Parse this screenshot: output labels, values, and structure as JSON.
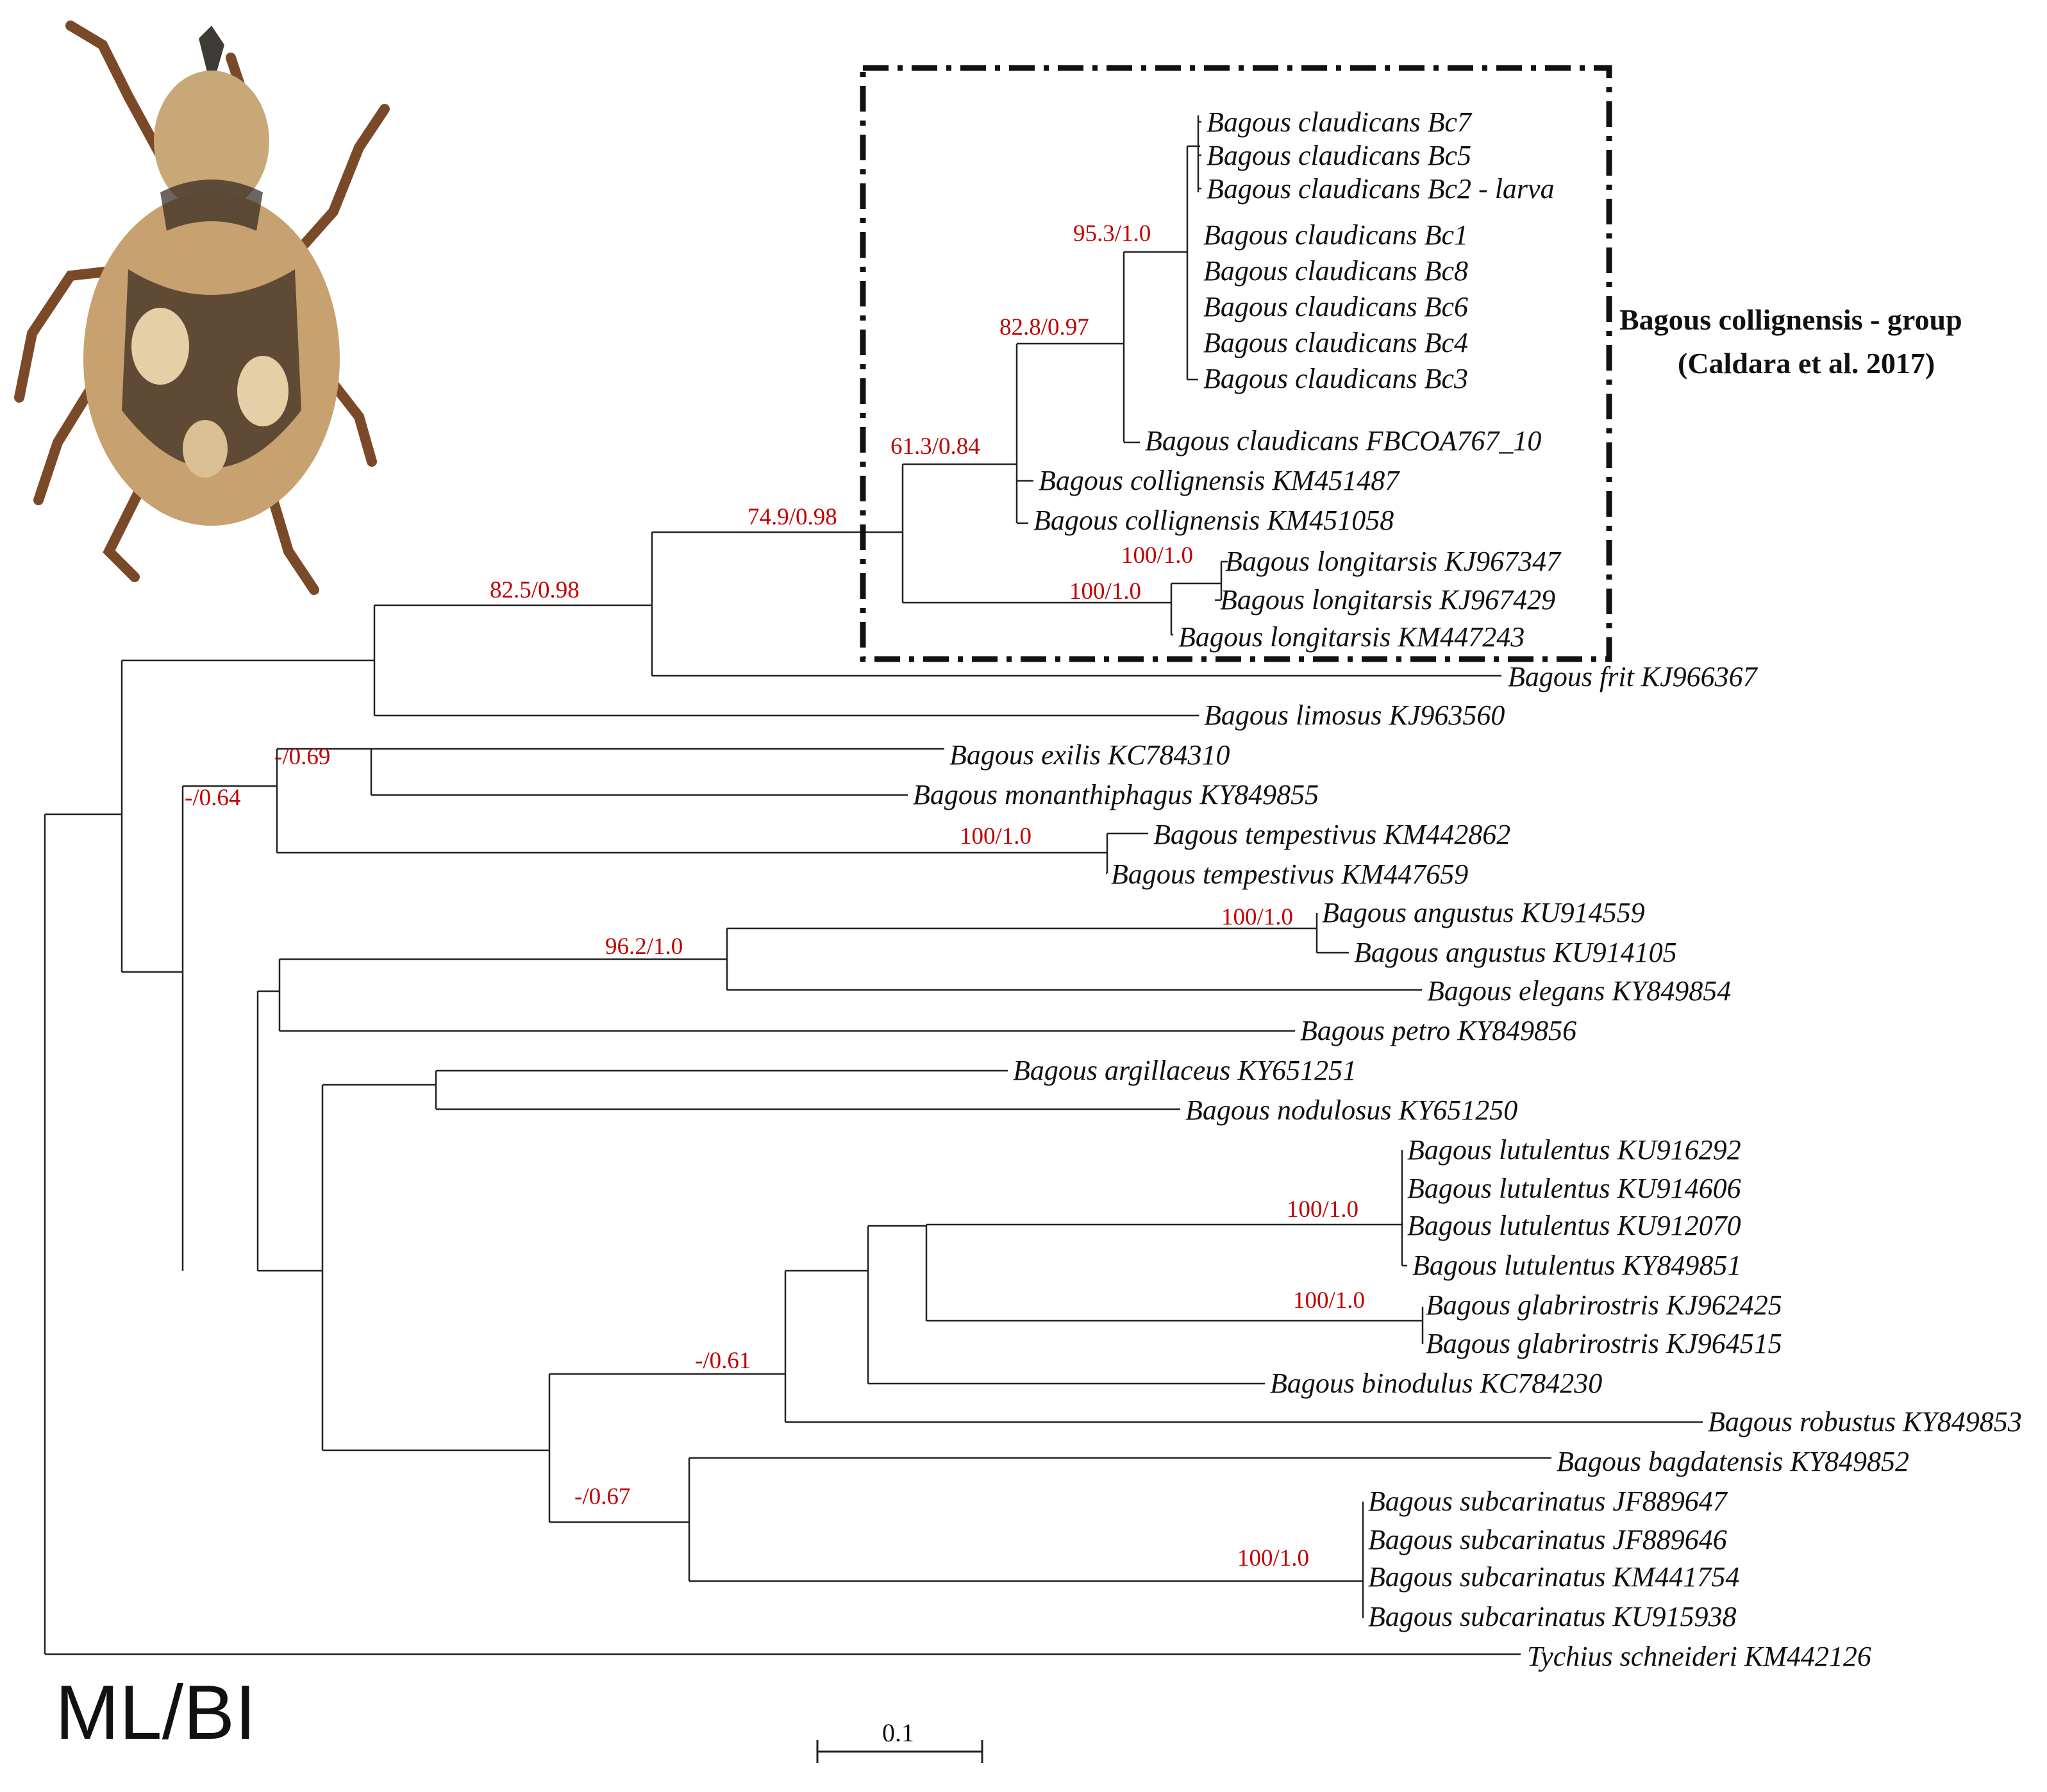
{
  "colors": {
    "support": "#c00000",
    "branch": "#222222"
  },
  "taxa": {
    "bc7": "Bagous claudicans Bc7",
    "bc5": "Bagous claudicans Bc5",
    "bc2": "Bagous claudicans Bc2 - larva",
    "bc1": "Bagous claudicans Bc1",
    "bc8": "Bagous claudicans Bc8",
    "bc6": "Bagous claudicans Bc6",
    "bc4": "Bagous claudicans Bc4",
    "bc3": "Bagous claudicans Bc3",
    "fbcoa": "Bagous claudicans FBCOA767_10",
    "coll1487": "Bagous collignensis KM451487",
    "coll1058": "Bagous collignensis KM451058",
    "long347": "Bagous longitarsis KJ967347",
    "long429": "Bagous longitarsis KJ967429",
    "long243": "Bagous longitarsis KM447243",
    "frit": "Bagous frit KJ966367",
    "limosus": "Bagous limosus KJ963560",
    "exilis": "Bagous exilis KC784310",
    "monan": "Bagous monanthiphagus KY849855",
    "temp862": "Bagous tempestivus KM442862",
    "temp659": "Bagous tempestivus KM447659",
    "ang559": "Bagous angustus KU914559",
    "ang105": "Bagous angustus KU914105",
    "elegans": "Bagous elegans KY849854",
    "petro": "Bagous petro KY849856",
    "argill": "Bagous argillaceus KY651251",
    "nodul": "Bagous nodulosus KY651250",
    "lut292": "Bagous lutulentus KU916292",
    "lut606": "Bagous lutulentus KU914606",
    "lut070": "Bagous lutulentus KU912070",
    "lut851": "Bagous lutulentus KY849851",
    "glab425": "Bagous glabrirostris KJ962425",
    "glab515": "Bagous glabrirostris KJ964515",
    "binod": "Bagous binodulus KC784230",
    "robust": "Bagous robustus KY849853",
    "bagdat": "Bagous bagdatensis KY849852",
    "sub647": "Bagous subcarinatus JF889647",
    "sub646": "Bagous subcarinatus JF889646",
    "sub754": "Bagous subcarinatus KM441754",
    "sub938": "Bagous subcarinatus KU915938",
    "tychius": "Tychius schneideri KM442126"
  },
  "support": {
    "claud_core": "95.3/1.0",
    "claud_all": "82.8/0.97",
    "claud_coll": "61.3/0.84",
    "group": "74.9/0.98",
    "frit_node": "82.5/0.98",
    "long_inner": "100/1.0",
    "long_outer": "100/1.0",
    "exilis_node": "-/0.69",
    "temp_clade_node": "-/0.64",
    "temp": "100/1.0",
    "angustus": "100/1.0",
    "ang_elegans": "96.2/1.0",
    "lutulentus": "100/1.0",
    "glabrirostris": "100/1.0",
    "robustus_node": "-/0.61",
    "bagdat_node": "-/0.67",
    "subcarinatus": "100/1.0"
  },
  "group_label": {
    "line1": "Bagous collignensis - group",
    "line2": "(Caldara et al. 2017)"
  },
  "method_label": "ML/BI",
  "scale_bar": {
    "label": "0.1"
  }
}
